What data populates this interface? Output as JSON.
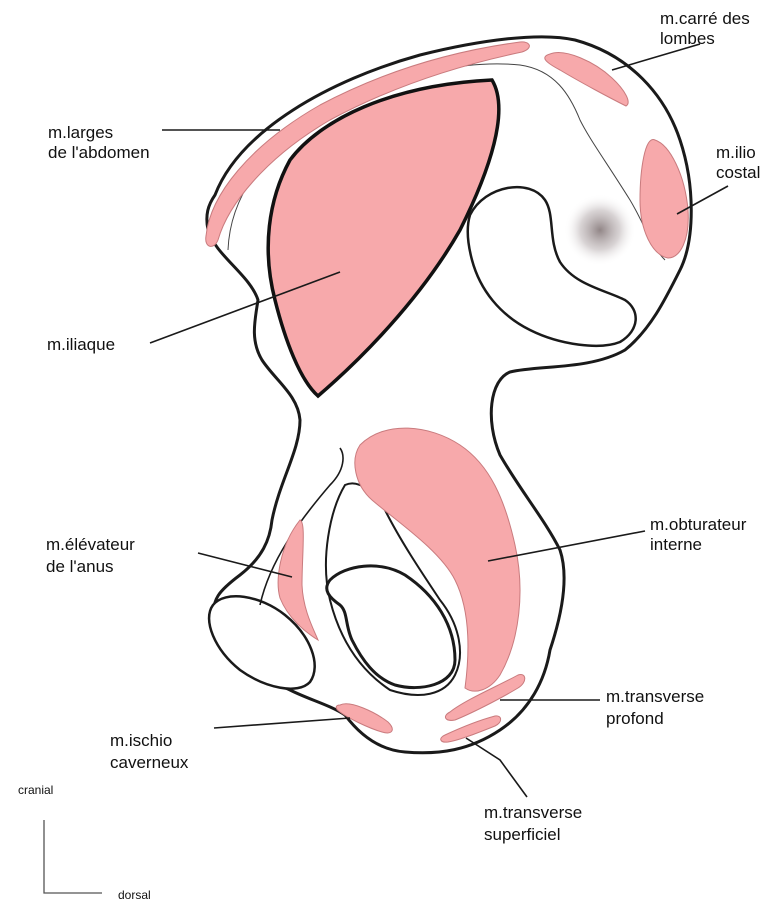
{
  "colors": {
    "muscle": "#f7a9ab",
    "muscle_outline": "#c97b7e",
    "bone_outline": "#1a1a1a",
    "shadow": "#8b7f80"
  },
  "labels": {
    "carre_des_lombes": [
      "m.carré des",
      "lombes"
    ],
    "larges_abdomen": [
      "m.larges",
      "de l'abdomen"
    ],
    "ilio_costal": [
      "m.ilio",
      "costal"
    ],
    "iliaque": [
      "m.iliaque"
    ],
    "elevateur_anus": [
      "m.élévateur",
      "de l'anus"
    ],
    "obturateur_interne": [
      "m.obturateur",
      "interne"
    ],
    "transverse_profond": [
      "m.transverse",
      "profond"
    ],
    "ischio_caverneux": [
      "m.ischio",
      "caverneux"
    ],
    "transverse_superficiel": [
      "m.transverse",
      "superficiel"
    ]
  },
  "orientation": {
    "cranial": "cranial",
    "dorsal": "dorsal"
  }
}
